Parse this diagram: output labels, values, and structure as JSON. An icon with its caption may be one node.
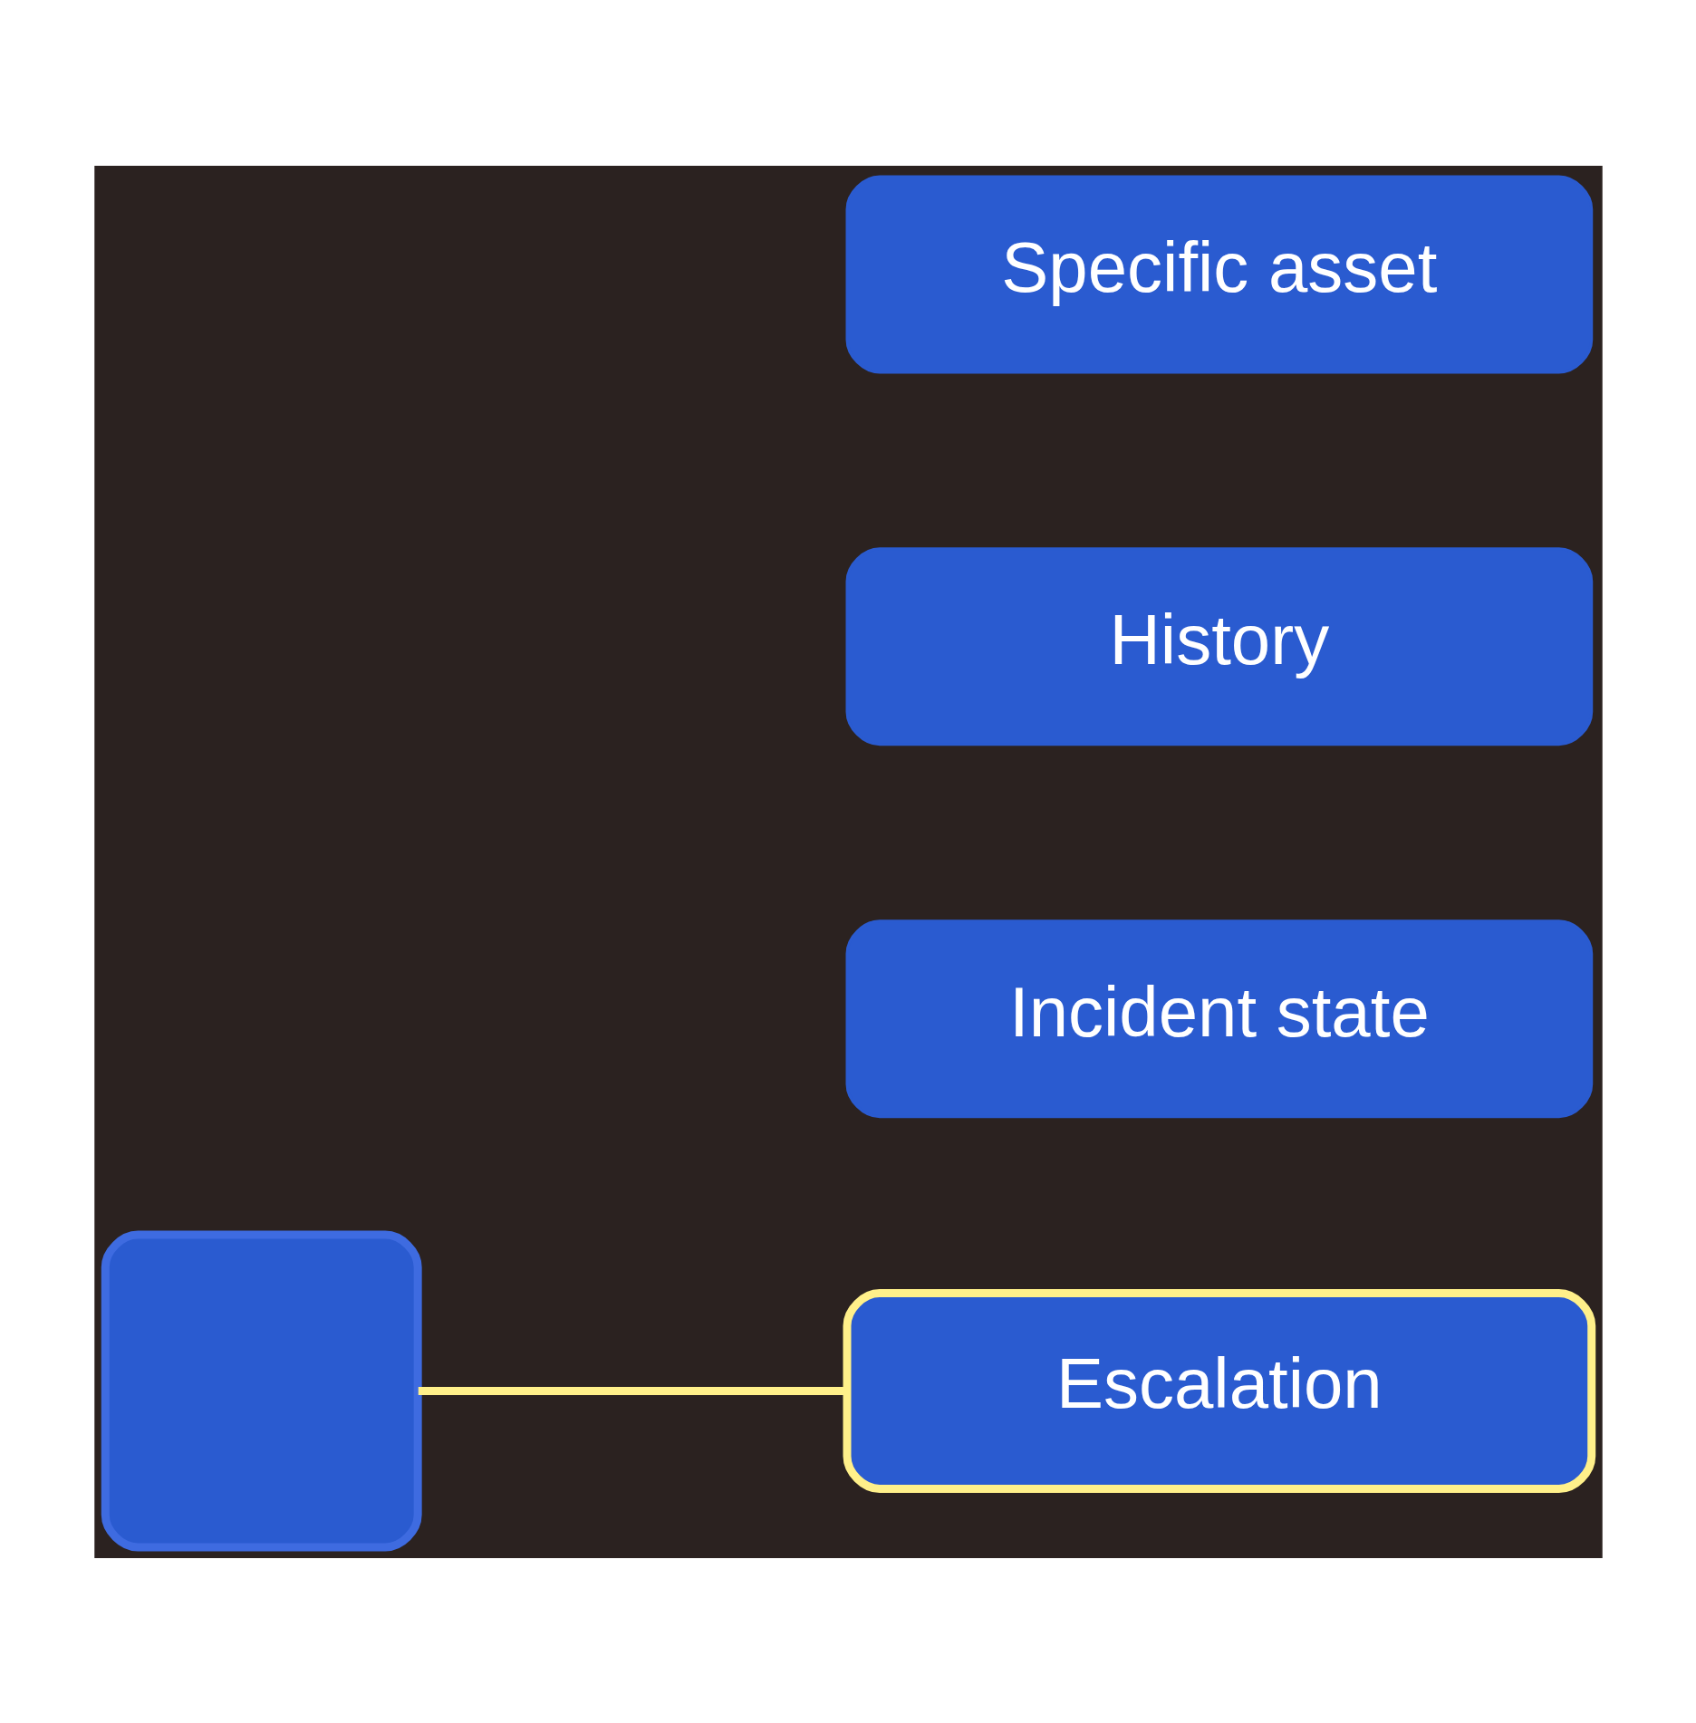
{
  "diagram": {
    "nodes": [
      {
        "text": [],
        "shape": "box"
      },
      {
        "text": [
          "Specific asset"
        ]
      },
      {
        "text": [
          "History"
        ]
      },
      {
        "text": [
          "Incident state"
        ]
      },
      {
        "text": [
          "Escalation"
        ]
      }
    ],
    "edges": [
      {
        "from": 0,
        "to": 4,
        "arrow": "none"
      }
    ]
  }
}
